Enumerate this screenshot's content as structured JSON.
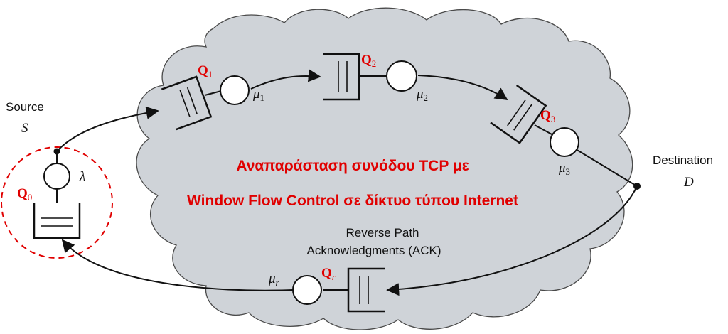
{
  "title": {
    "line1": "Αναπαράσταση συνόδου TCP με",
    "line2": "Window Flow Control σε δίκτυο τύπου Internet"
  },
  "source": {
    "label": "Source",
    "symbol": "S"
  },
  "destination": {
    "label": "Destination",
    "symbol": "D"
  },
  "reverse_path": {
    "line1": "Reverse Path",
    "line2": "Acknowledgments (ACK)"
  },
  "queues": {
    "q0": {
      "main": "Q",
      "sub": "0"
    },
    "q1": {
      "main": "Q",
      "sub": "1"
    },
    "q2": {
      "main": "Q",
      "sub": "2"
    },
    "q3": {
      "main": "Q",
      "sub": "3"
    },
    "qr": {
      "main": "Q",
      "sub": "r"
    }
  },
  "servers": {
    "lambda": "λ",
    "mu1": {
      "main": "μ",
      "sub": "1"
    },
    "mu2": {
      "main": "μ",
      "sub": "2"
    },
    "mu3": {
      "main": "μ",
      "sub": "3"
    },
    "mur": {
      "main": "μ",
      "sub": "r"
    }
  },
  "colors": {
    "accent": "#e00000",
    "cloud_fill": "#cfd3d8",
    "cloud_stroke": "#4a4a4a",
    "line": "#111111"
  }
}
